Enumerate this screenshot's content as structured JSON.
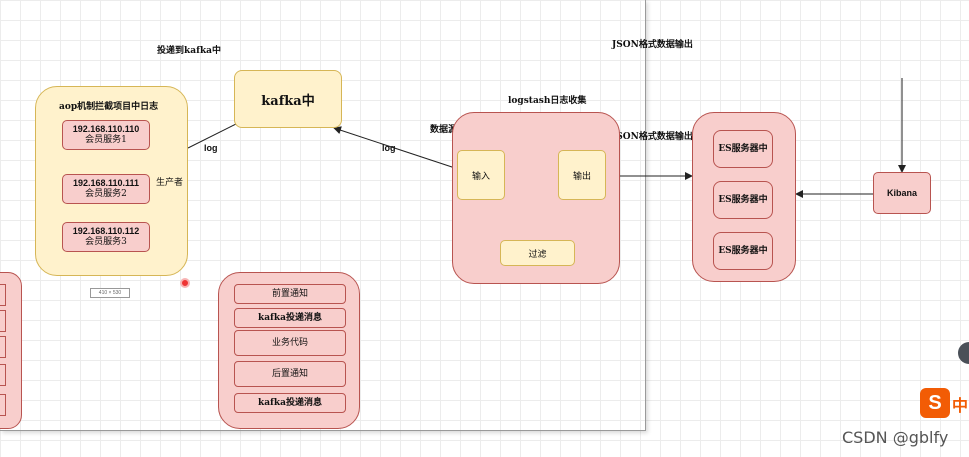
{
  "producer_group": {
    "title": "aop机制拦截项目中日志",
    "side_label": "生产者",
    "servers": [
      {
        "ip": "192.168.110.110",
        "name": "会员服务1"
      },
      {
        "ip": "192.168.110.111",
        "name": "会员服务2"
      },
      {
        "ip": "192.168.110.112",
        "name": "会员服务3"
      }
    ]
  },
  "kafka": {
    "label": "kafka中",
    "caption": "投递到kafka中"
  },
  "edge_labels": {
    "producer_to_kafka": "log",
    "logstash_to_kafka": "log",
    "source": "数据源",
    "json_top": "JSON格式数据输出",
    "json_mid": "JSON格式数据输出"
  },
  "logstash": {
    "title": "logstash日志收集",
    "input": "输入",
    "output": "输出",
    "filter": "过滤"
  },
  "es_cluster": {
    "nodes": [
      "ES服务器中",
      "ES服务器中",
      "ES服务器中"
    ]
  },
  "kibana": {
    "label": "Kibana"
  },
  "aop_flow": {
    "steps": [
      "前置通知",
      "kafka投递消息",
      "业务代码",
      "后置通知",
      "kafka投递消息"
    ]
  },
  "size_tag": "410 × 530",
  "brand": {
    "logo": "S",
    "text": "中"
  },
  "watermark": "CSDN @gblfy",
  "colors": {
    "yellow_fill": "#fff2cc",
    "yellow_stroke": "#d6b656",
    "pink_fill": "#f8cecc",
    "pink_stroke": "#b85450"
  }
}
